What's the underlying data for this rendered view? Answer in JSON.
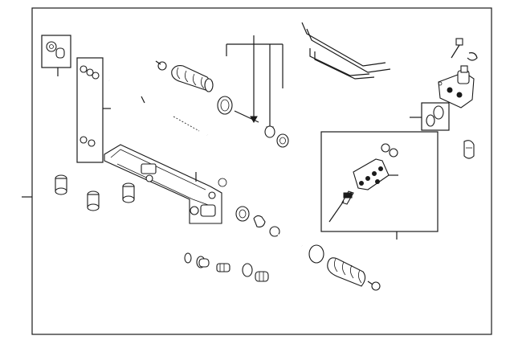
{
  "diagram": {
    "type": "exploded-parts-diagram",
    "text_labels": [],
    "colors": {
      "line": "#1a1a1a",
      "background": "#ffffff",
      "shade": "#d9d9d9"
    },
    "parts": [
      "seal-kit-box",
      "seal-rings-box",
      "inner-rack-rod",
      "dust-boot-left",
      "boot-clamp-left",
      "pinion-rod-assembly",
      "rack-housing",
      "mount-bushing",
      "tie-rod-end-assembly",
      "inner-tie-rod",
      "dust-boot-right",
      "boot-clamp-right",
      "feed-lines",
      "pinion-valve-housing",
      "valve-seal-box",
      "valve-spool-kit-box",
      "fitting-bolt",
      "retaining-clip",
      "union-fitting"
    ]
  }
}
